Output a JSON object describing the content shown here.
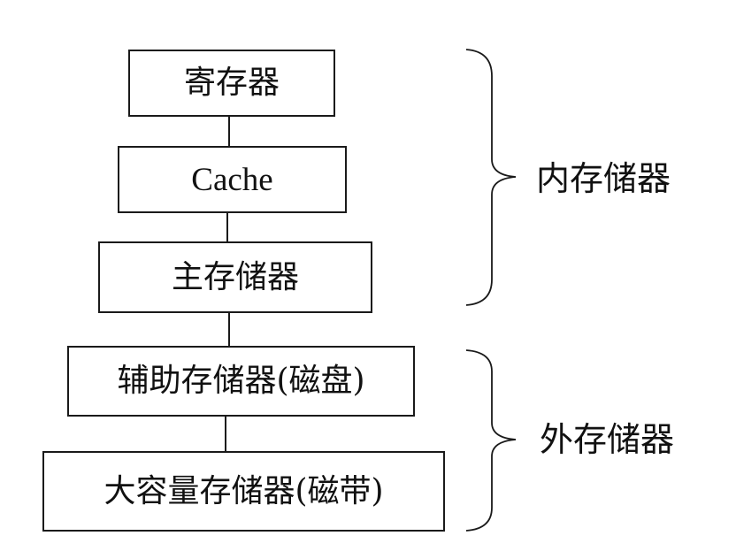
{
  "hierarchy": {
    "levels": [
      {
        "label": "寄存器"
      },
      {
        "label": "Cache"
      },
      {
        "label": "主存储器"
      },
      {
        "label": "辅助存储器(磁盘)"
      },
      {
        "label": "大容量存储器(磁带)"
      }
    ]
  },
  "groups": {
    "internal": {
      "label": "内存储器"
    },
    "external": {
      "label": "外存储器"
    }
  },
  "colors": {
    "stroke": "#1a1a1a",
    "background": "#ffffff"
  }
}
